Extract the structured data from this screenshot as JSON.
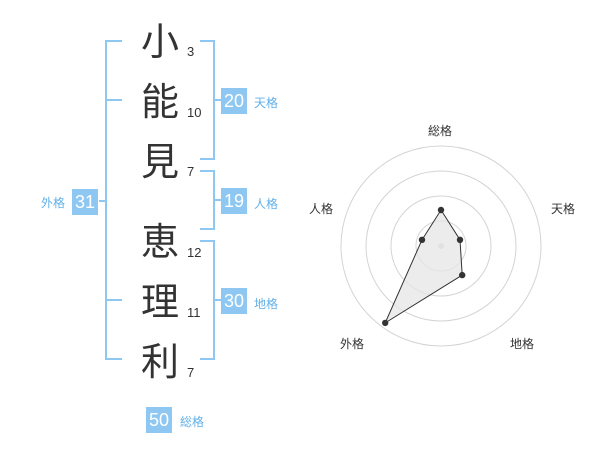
{
  "characters": [
    {
      "char": "小",
      "strokes": "3"
    },
    {
      "char": "能",
      "strokes": "10"
    },
    {
      "char": "見",
      "strokes": "7"
    },
    {
      "char": "恵",
      "strokes": "12"
    },
    {
      "char": "理",
      "strokes": "11"
    },
    {
      "char": "利",
      "strokes": "7"
    }
  ],
  "fortune": {
    "tenkaku": {
      "value": "20",
      "label": "天格"
    },
    "jinkaku": {
      "value": "19",
      "label": "人格"
    },
    "chikaku": {
      "value": "30",
      "label": "地格"
    },
    "gaikaku": {
      "value": "31",
      "label": "外格"
    },
    "soukaku": {
      "value": "50",
      "label": "総格"
    }
  },
  "colors": {
    "accent": "#8ec8f2",
    "accent_text": "#62b0e8",
    "text": "#333333",
    "radar_fill": "#e6e6e6"
  },
  "radar": {
    "axes": [
      "総格",
      "天格",
      "地格",
      "外格",
      "人格"
    ],
    "values": [
      0.36,
      0.2,
      0.36,
      0.95,
      0.2
    ],
    "rings": 4
  }
}
